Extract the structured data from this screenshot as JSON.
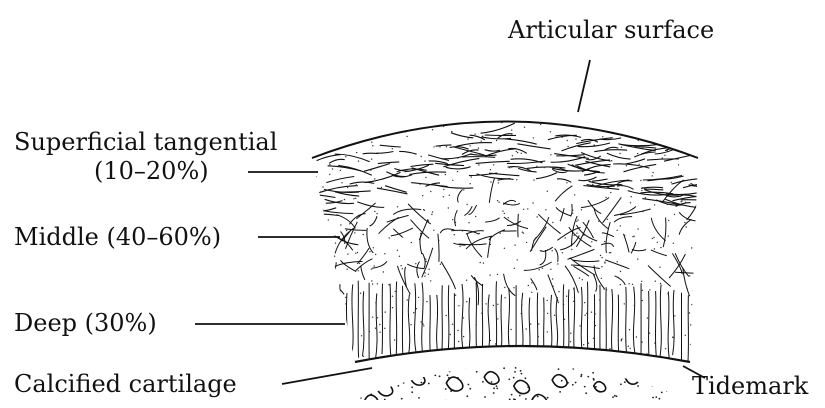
{
  "labels": {
    "articular_surface": "Articular surface",
    "superficial_tangential": "Superficial tangential",
    "superficial_percent": "(10–20%)",
    "middle": "Middle (40–60%)",
    "deep": "Deep (30%)",
    "calcified_cartilage": "Calcified cartilage",
    "tidemark": "Tidemark"
  }
}
